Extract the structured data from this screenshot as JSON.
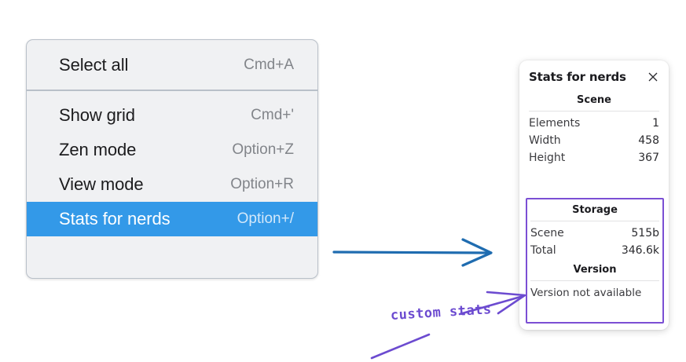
{
  "context_menu": {
    "name": "canvas-context-menu",
    "groups": [
      {
        "items": [
          {
            "label": "Select all",
            "shortcut": "Cmd+A",
            "selected": false
          }
        ]
      },
      {
        "items": [
          {
            "label": "Show grid",
            "shortcut": "Cmd+'",
            "selected": false
          },
          {
            "label": "Zen mode",
            "shortcut": "Option+Z",
            "selected": false
          },
          {
            "label": "View mode",
            "shortcut": "Option+R",
            "selected": false
          },
          {
            "label": "Stats for nerds",
            "shortcut": "Option+/",
            "selected": true
          }
        ]
      }
    ],
    "highlight_color": "#3399e8"
  },
  "stats_panel": {
    "title": "Stats for nerds",
    "close_icon": "close-icon",
    "sections": [
      {
        "heading": "Scene",
        "rows": [
          {
            "label": "Elements",
            "value": "1"
          },
          {
            "label": "Width",
            "value": "458"
          },
          {
            "label": "Height",
            "value": "367"
          }
        ]
      },
      {
        "heading": "Storage",
        "rows": [
          {
            "label": "Scene",
            "value": "515b"
          },
          {
            "label": "Total",
            "value": "346.6k"
          }
        ]
      },
      {
        "heading": "Version",
        "text": "Version not available"
      }
    ]
  },
  "annotations": {
    "custom_stats_label": "custom stats",
    "blue_arrow_color": "#1f6cb0",
    "purple_color": "#6c4bd0"
  }
}
